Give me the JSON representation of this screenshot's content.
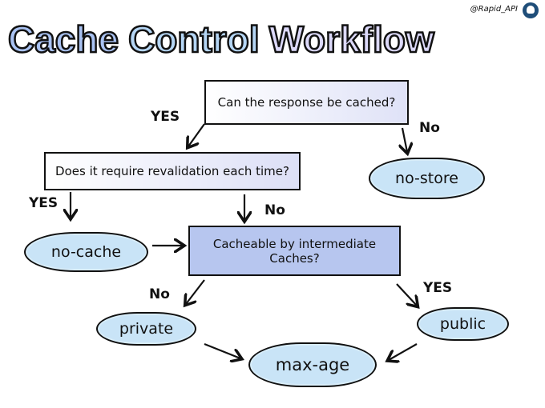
{
  "title": {
    "words": [
      "Cache",
      "Control",
      "Workflow"
    ]
  },
  "credit": {
    "handle": "@Rapid_API",
    "logo_icon": "rapidapi-octopus-logo"
  },
  "questions": {
    "q1": "Can the response be cached?",
    "q2": "Does it require revalidation each time?",
    "q3": "Cacheable by intermediate Caches?"
  },
  "outcomes": {
    "no_store": "no-store",
    "no_cache": "no-cache",
    "private": "private",
    "public": "public",
    "max_age": "max-age"
  },
  "edge_labels": {
    "q1_yes": "YES",
    "q1_no": "No",
    "q2_yes": "YES",
    "q2_no": "No",
    "q3_no": "No",
    "q3_yes": "YES"
  },
  "colors": {
    "question_box": "#b7c6ef",
    "cloud": "#c9e4f7",
    "title_blue": "#a9c2f2",
    "title_lavender": "#dcd9fa"
  }
}
